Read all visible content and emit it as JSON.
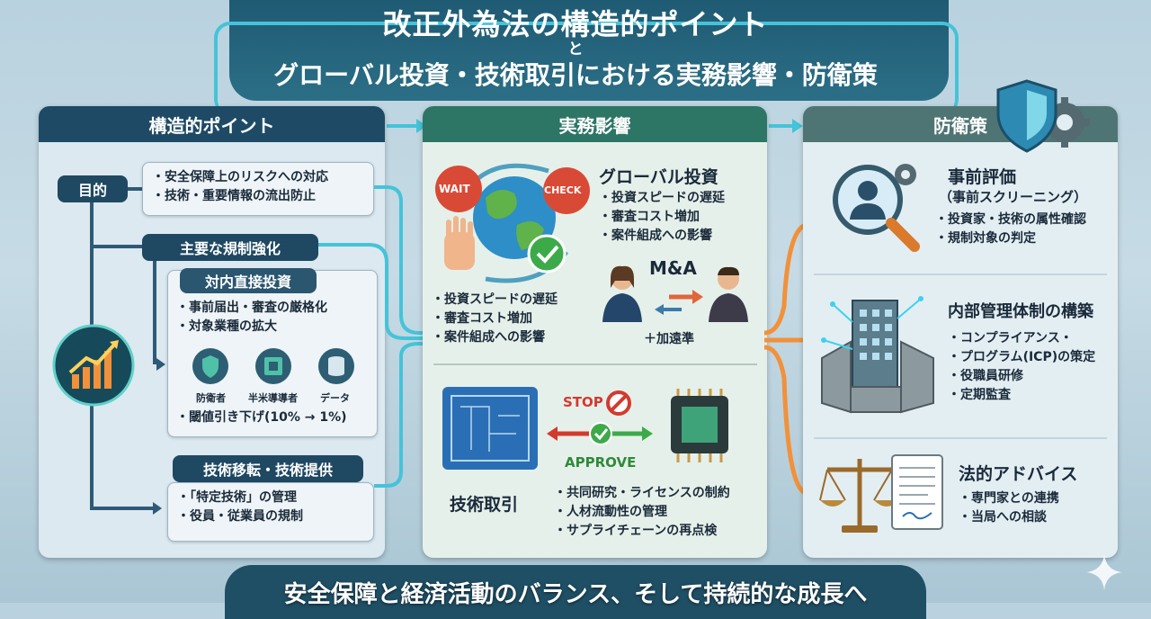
{
  "title": {
    "line1": "改正外為法の構造的ポイント",
    "connector": "と",
    "line2": "グローバル投資・技術取引における実務影響・防衛策"
  },
  "structure": {
    "header": "構造的ポイント",
    "purpose_label": "目的",
    "purpose_items": [
      "安全保障上のリスクへの対応",
      "技術・重要情報の流出防止"
    ],
    "regulation_label": "主要な規制強化",
    "fdi": {
      "label": "対内直接投資",
      "items": [
        "事前届出・審査の厳格化",
        "対象業種の拡大"
      ],
      "icons": [
        {
          "name": "shield-icon",
          "label": "防衛者"
        },
        {
          "name": "chip-icon",
          "label": "半米導導者"
        },
        {
          "name": "database-icon",
          "label": "データ"
        }
      ],
      "threshold": "閾値引き下げ(10% → 1%)"
    },
    "tech": {
      "label": "技術移転・技術提供",
      "items": [
        "「特定技術」の管理",
        "役員・従業員の規制"
      ]
    }
  },
  "impact": {
    "header": "実務影響",
    "wait": "WAIT",
    "check": "CHECK",
    "global": {
      "title": "グローバル投資",
      "items": [
        "投資スピードの遅延",
        "審査コスト増加",
        "案件組成への影響"
      ]
    },
    "left_items": [
      "投資スピードの遅延",
      "審査コスト増加",
      "案件組成への影響"
    ],
    "ma_label": "M&A",
    "ma_note": "＋加遠準",
    "stop": "STOP",
    "approve": "APPROVE",
    "tech_title": "技術取引",
    "tech_items": [
      "共同研究・ライセンスの制約",
      "人材流動性の管理",
      "サプライチェーンの再点検"
    ]
  },
  "defense": {
    "header": "防衛策",
    "sections": [
      {
        "title": "事前評価",
        "subtitle": "（事前スクリーニング）",
        "items": [
          "投資家・技術の属性確認",
          "規制対象の判定"
        ]
      },
      {
        "title": "内部管理体制の構築",
        "items": [
          "コンプライアンス・",
          "プログラム(ICP)の策定",
          "役職員研修",
          "定期監査"
        ]
      },
      {
        "title": "法的アドバイス",
        "items": [
          "専門家との連携",
          "当局への相談"
        ]
      }
    ]
  },
  "footer": "安全保障と経済活動のバランス、そして持続的な成長へ",
  "colors": {
    "accent": "#45c3d8",
    "navy": "#1e4a66",
    "green": "#2d7565",
    "orange": "#f2913a"
  }
}
